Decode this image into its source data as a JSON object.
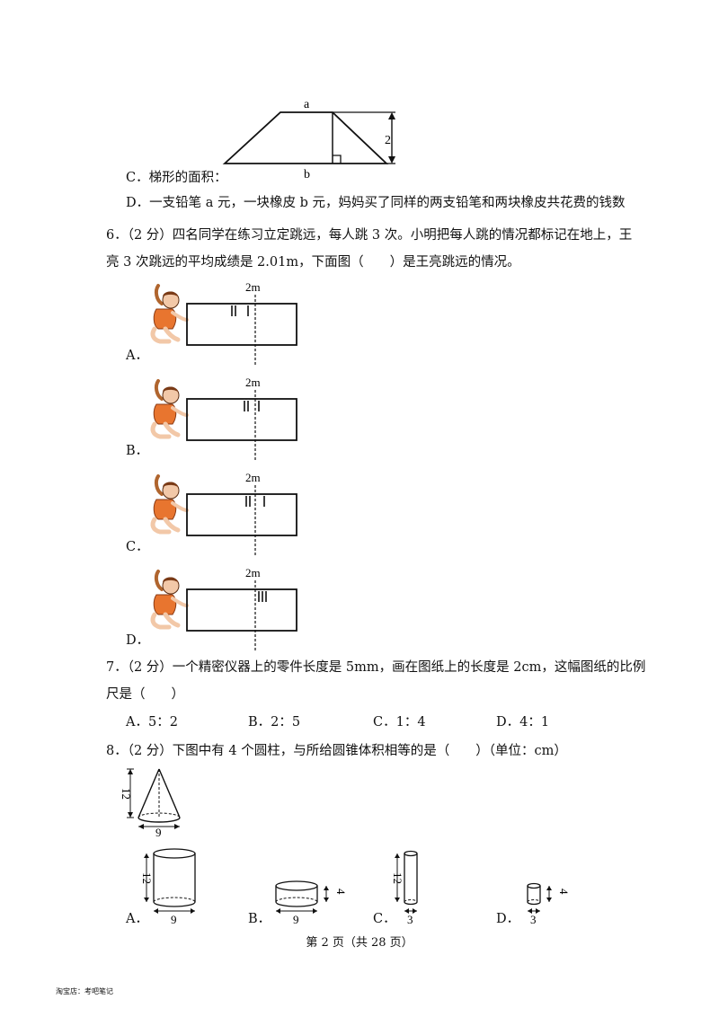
{
  "q5": {
    "diagram": {
      "top_label": "a",
      "bottom_label": "b",
      "height_label": "2"
    },
    "option_c": "C．梯形的面积：",
    "option_d": "D．一支铅笔 a 元，一块橡皮 b 元，妈妈买了同样的两支铅笔和两块橡皮共花费的钱数"
  },
  "q6": {
    "line1": "6．（2 分）四名同学在练习立定跳远，每人跳 3 次。小明把每人跳的情况都标记在地上，王",
    "line2": "亮 3 次跳远的平均成绩是 2.01m，下面图（　　）是王亮跳远的情况。",
    "mark_label": "2m",
    "options": [
      {
        "label": "A．",
        "marks": [
          -26,
          -22,
          -8
        ]
      },
      {
        "label": "B．",
        "marks": [
          -12,
          -8,
          4
        ]
      },
      {
        "label": "C．",
        "marks": [
          -10,
          -6,
          10
        ]
      },
      {
        "label": "D．",
        "marks": [
          4,
          8,
          12
        ]
      }
    ]
  },
  "q7": {
    "line1": "7．（2 分）一个精密仪器上的零件长度是 5mm，画在图纸上的长度是 2cm，这幅图纸的比例",
    "line2": "尺是（　　）",
    "options": [
      "A．5：2",
      "B．2：5",
      "C．1：4",
      "D．4：1"
    ]
  },
  "q8": {
    "line1": "8．（2 分）下图中有 4 个圆柱，与所给圆锥体积相等的是（　　）（单位：cm）",
    "cone": {
      "height": "12",
      "diameter": "9"
    },
    "cylinders": [
      {
        "label": "A．",
        "height": "12",
        "diameter": "9"
      },
      {
        "label": "B．",
        "height": "4",
        "diameter": "9"
      },
      {
        "label": "C．",
        "height": "12",
        "diameter": "3"
      },
      {
        "label": "D．",
        "height": "4",
        "diameter": "3"
      }
    ]
  },
  "footer": {
    "page": "第 2 页（共 28 页）"
  },
  "shop": {
    "text": "淘宝店：考吧笔记"
  }
}
